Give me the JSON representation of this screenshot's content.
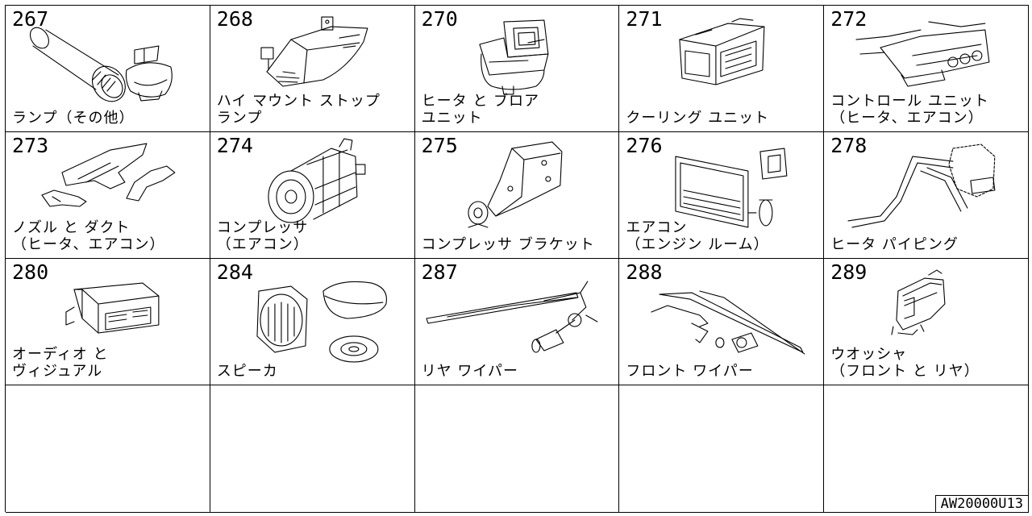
{
  "cells": [
    {
      "num": "267",
      "label": "ランプ（その他）",
      "icon": "lamp-parts-icon"
    },
    {
      "num": "268",
      "label": "ハイ マウント ストップ\nランプ",
      "icon": "high-mount-stop-lamp-icon"
    },
    {
      "num": "270",
      "label": "ヒータ と ブロア\nユニット",
      "icon": "heater-blower-unit-icon"
    },
    {
      "num": "271",
      "label": "クーリング ユニット",
      "icon": "cooling-unit-icon"
    },
    {
      "num": "272",
      "label": "コントロール ユニット\n（ヒータ、エアコン）",
      "icon": "control-unit-icon"
    },
    {
      "num": "273",
      "label": "ノズル と ダクト\n（ヒータ、エアコン）",
      "icon": "nozzle-duct-icon"
    },
    {
      "num": "274",
      "label": "コンプレッサ\n（エアコン）",
      "icon": "compressor-icon"
    },
    {
      "num": "275",
      "label": "コンプレッサ ブラケット",
      "icon": "compressor-bracket-icon"
    },
    {
      "num": "276",
      "label": "エアコン\n（エンジン ルーム）",
      "icon": "aircon-engine-room-icon"
    },
    {
      "num": "278",
      "label": "ヒータ パイピング",
      "icon": "heater-piping-icon"
    },
    {
      "num": "280",
      "label": "オーディオ と\nヴィジュアル",
      "icon": "audio-visual-icon"
    },
    {
      "num": "284",
      "label": "スピーカ",
      "icon": "speaker-icon"
    },
    {
      "num": "287",
      "label": "リヤ ワイパー",
      "icon": "rear-wiper-icon"
    },
    {
      "num": "288",
      "label": "フロント ワイパー",
      "icon": "front-wiper-icon"
    },
    {
      "num": "289",
      "label": "ウオッシャ\n（フロント と リヤ）",
      "icon": "washer-icon"
    }
  ],
  "doc_code": "AW20000U13"
}
